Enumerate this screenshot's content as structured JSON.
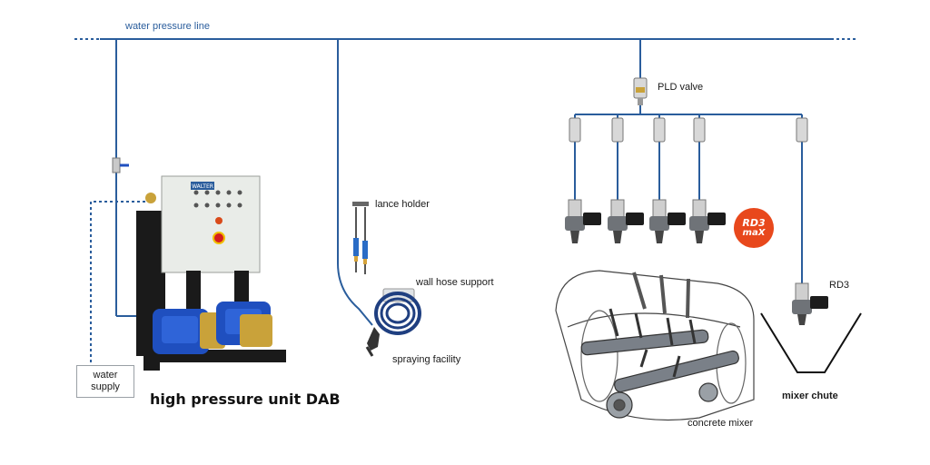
{
  "labels": {
    "water_pressure_line": "water pressure line",
    "pld_valve": "PLD valve",
    "lance_holder": "lance holder",
    "wall_hose_support": "wall hose support",
    "spraying_facility": "spraying facility",
    "water_supply_line1": "water",
    "water_supply_line2": "supply",
    "high_pressure_unit": "high pressure unit DAB",
    "rd3": "RD3",
    "mixer_chute": "mixer chute",
    "concrete_mixer": "concrete mixer"
  },
  "badge": {
    "line1": "RD3",
    "line2": "maX"
  },
  "brand": {
    "name": "WALTER"
  },
  "colors": {
    "pipe": "#2a5d9c",
    "pump_blue": "#1f4fbf",
    "badge": "#e8481c",
    "cabinet": "#e9ece8"
  }
}
